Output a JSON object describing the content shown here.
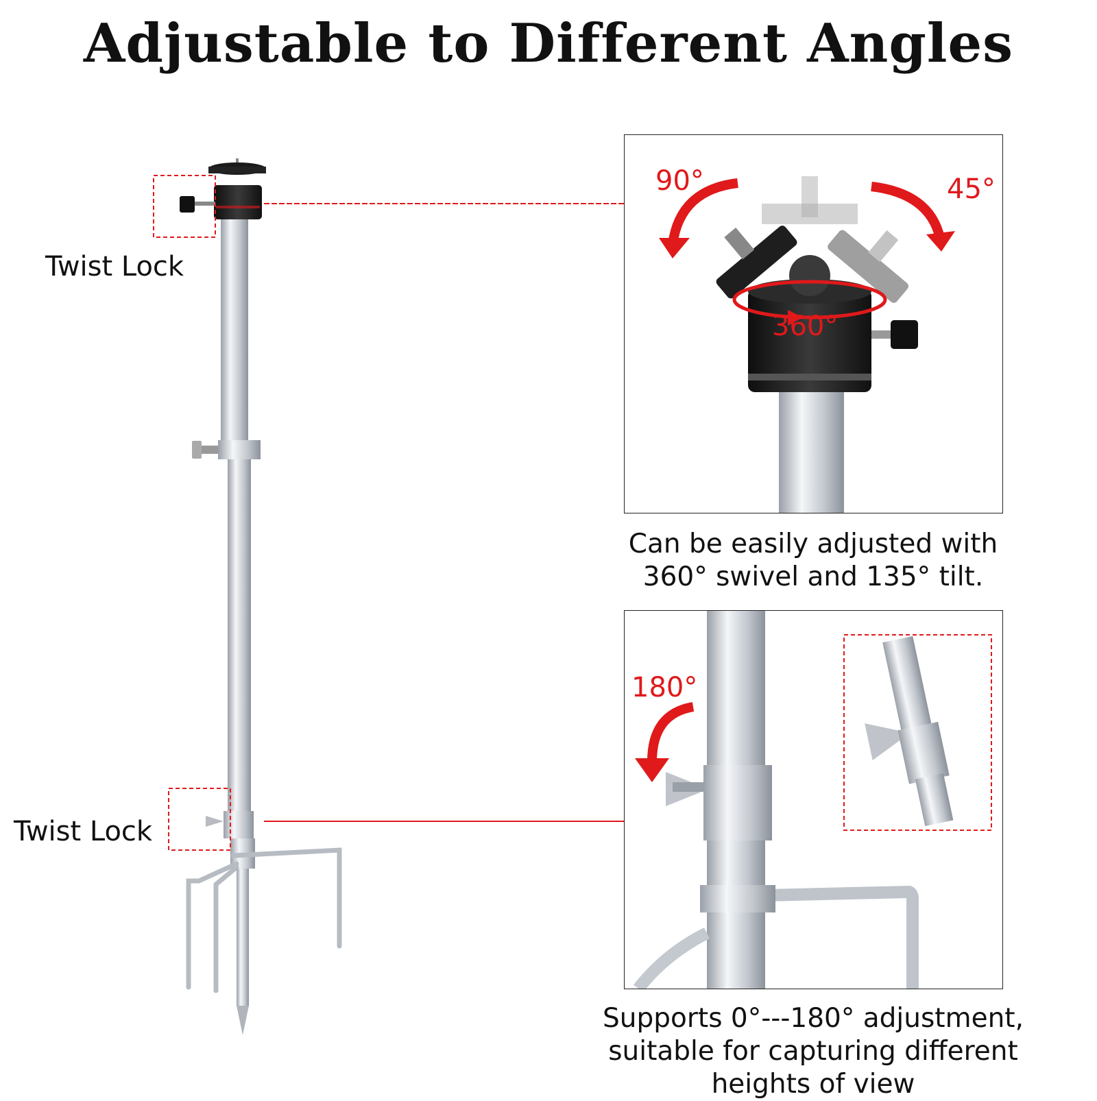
{
  "heading": "Adjustable to Different Angles",
  "labels": {
    "twist_lock_top": "Twist Lock",
    "twist_lock_bottom": "Twist Lock"
  },
  "top_panel": {
    "angle_left": "90°",
    "angle_right": "45°",
    "angle_swivel": "360°",
    "caption_line1": "Can be easily adjusted with",
    "caption_line2": "360° swivel and 135° tilt."
  },
  "bottom_panel": {
    "angle": "180°",
    "caption_line1": "Supports 0°---180° adjustment,",
    "caption_line2": "suitable for capturing different",
    "caption_line3": "heights of view"
  },
  "colors": {
    "accent": "#e0191b",
    "metal": "#c8ccd2",
    "black_part": "#1c1c1c"
  }
}
